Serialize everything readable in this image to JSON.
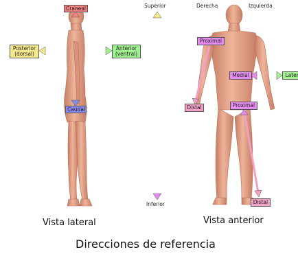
{
  "labels": {
    "craneal": "Craneal",
    "posterior": "Posterior\n(dorsal)",
    "anterior": "Anterior\n(ventral)",
    "caudal": "Caudal",
    "superior": "Superior",
    "inferior": "Inferior",
    "derecha": "Derecha",
    "izquierda": "Izquierda",
    "proximal_arm": "Proximal",
    "distal_arm": "Distal",
    "medial": "Medial",
    "lateral": "Lateral",
    "proximal_leg": "Proximal",
    "distal_leg": "Distal"
  },
  "captions": {
    "lateral_view": "Vista lateral",
    "anterior_view": "Vista anterior",
    "title": "Direcciones de referencia"
  },
  "colors": {
    "cranio_caudal": "#8c89ee",
    "antero_posterior": "#f5e98c",
    "supero_inferior": "#e58cf0",
    "proximo_distal": "#f2a0c6",
    "medio_lateral": "#9ff08f",
    "skin": "#e8a888"
  }
}
